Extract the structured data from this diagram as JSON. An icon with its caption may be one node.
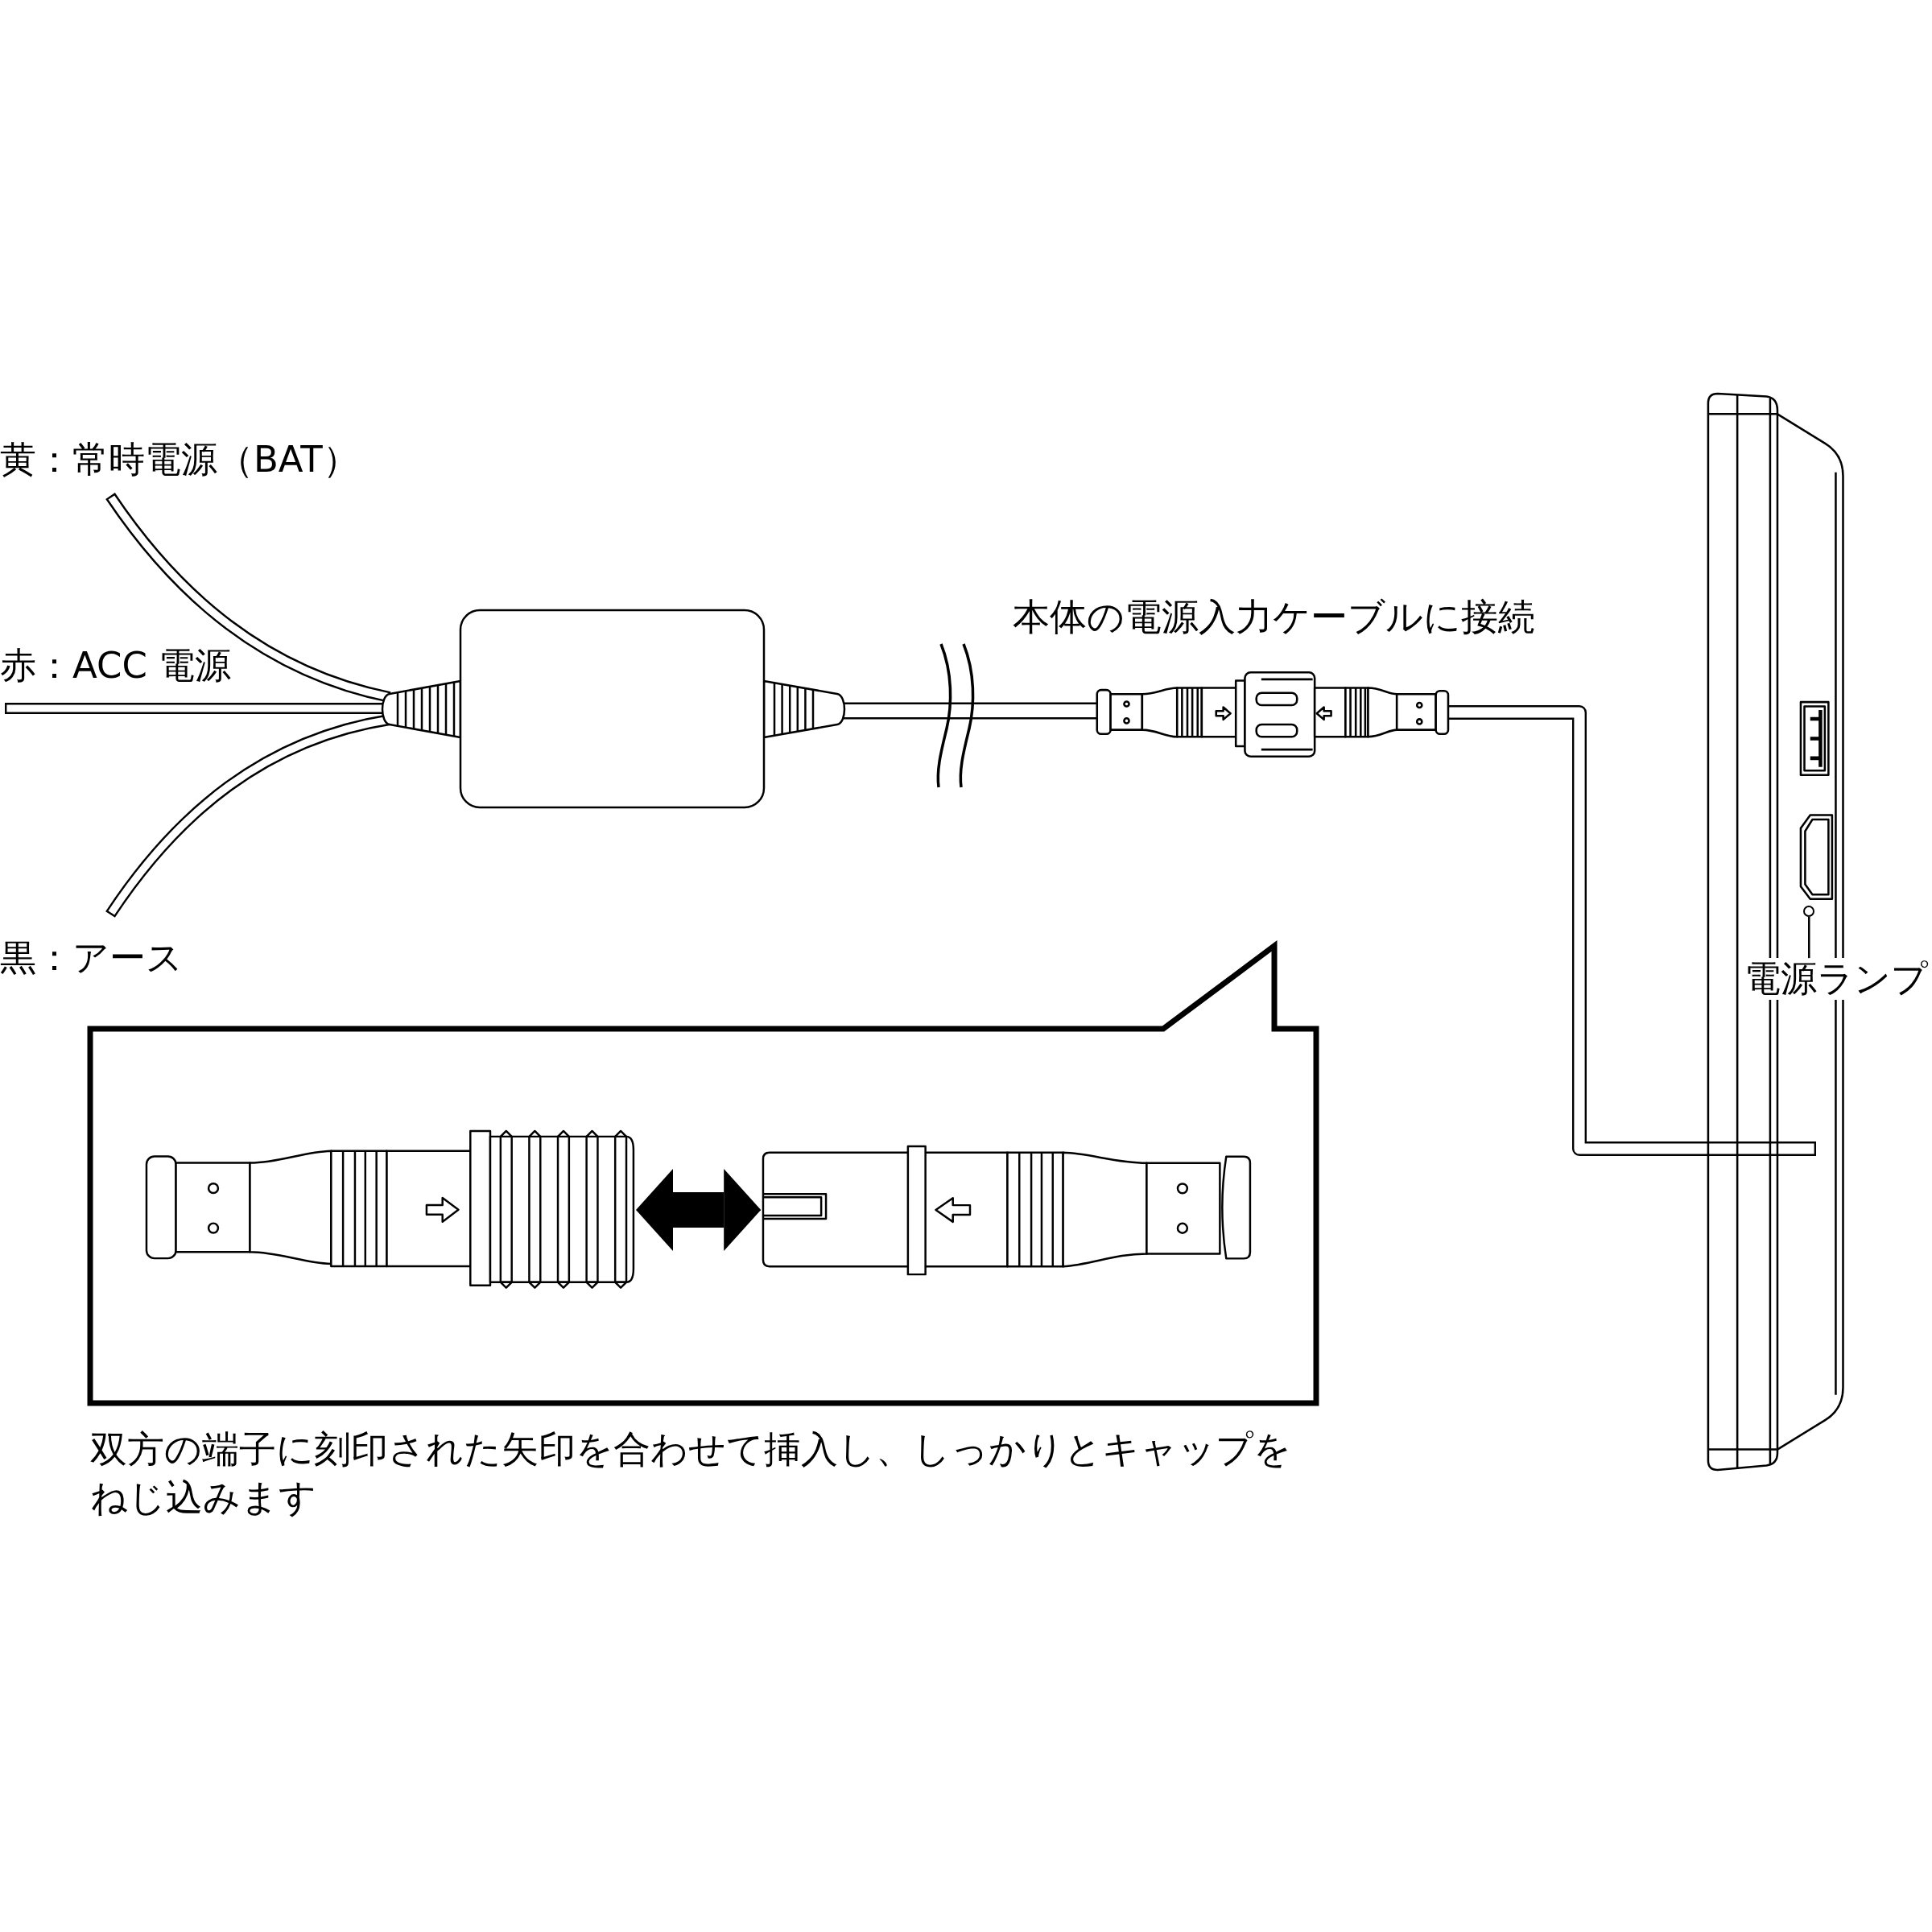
{
  "diagram": {
    "nodes": [
      {
        "text": [],
        "shape": "circle"
      },
      {
        "text": [
          "電源ランプ"
        ]
      },
      {
        "text": [],
        "shape": "callout",
        "beside": [
          "双方の端子に刻印された矢印を合わせて挿入し、しっかりとキャップをねじ込みます"
        ]
      },
      {
        "text": [],
        "shape": "picture",
        "in": 2
      },
      {
        "text": [],
        "shape": "picture",
        "in": 2
      }
    ],
    "edges": [
      {
        "from": 1,
        "to": 0,
        "arrow": "none"
      },
      {
        "from": 3,
        "to": 4,
        "arrow": "both",
        "style": "thick"
      }
    ],
    "labels": [
      "黄：常時電源（BAT）",
      "本体の電源入力ケーブルに接続",
      "赤：ACC 電源",
      "黒：アース"
    ]
  }
}
